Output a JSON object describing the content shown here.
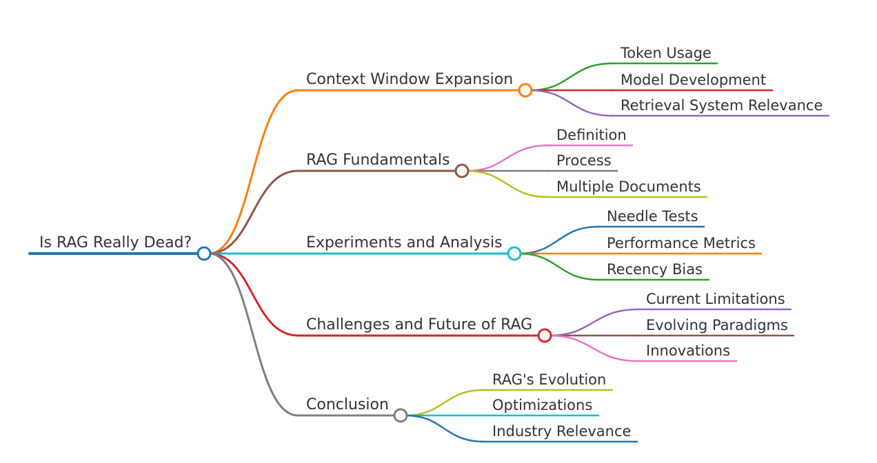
{
  "canvas": {
    "background_color": "#ffffff",
    "text_color": "#333333"
  },
  "mindmap": {
    "root": {
      "label": "Is RAG Really Dead?",
      "color": "#1f77b4",
      "children": [
        {
          "label": "Context Window Expansion",
          "color": "#ff7f0e",
          "children": [
            {
              "label": "Token Usage",
              "color": "#2ca02c"
            },
            {
              "label": "Model Development",
              "color": "#d62728"
            },
            {
              "label": "Retrieval System Relevance",
              "color": "#9467bd"
            }
          ]
        },
        {
          "label": "RAG Fundamentals",
          "color": "#8c564b",
          "children": [
            {
              "label": "Definition",
              "color": "#e377c2"
            },
            {
              "label": "Process",
              "color": "#7f7f7f"
            },
            {
              "label": "Multiple Documents",
              "color": "#bcbd22"
            }
          ]
        },
        {
          "label": "Experiments and Analysis",
          "color": "#17becf",
          "children": [
            {
              "label": "Needle Tests",
              "color": "#1f77b4"
            },
            {
              "label": "Performance Metrics",
              "color": "#ff7f0e"
            },
            {
              "label": "Recency Bias",
              "color": "#2ca02c"
            }
          ]
        },
        {
          "label": "Challenges and Future of RAG",
          "color": "#d62728",
          "children": [
            {
              "label": "Current Limitations",
              "color": "#9467bd"
            },
            {
              "label": "Evolving Paradigms",
              "color": "#8c564b"
            },
            {
              "label": "Innovations",
              "color": "#e377c2"
            }
          ]
        },
        {
          "label": "Conclusion",
          "color": "#7f7f7f",
          "children": [
            {
              "label": "RAG's Evolution",
              "color": "#bcbd22"
            },
            {
              "label": "Optimizations",
              "color": "#17becf"
            },
            {
              "label": "Industry Relevance",
              "color": "#1f77b4"
            }
          ]
        }
      ]
    }
  }
}
